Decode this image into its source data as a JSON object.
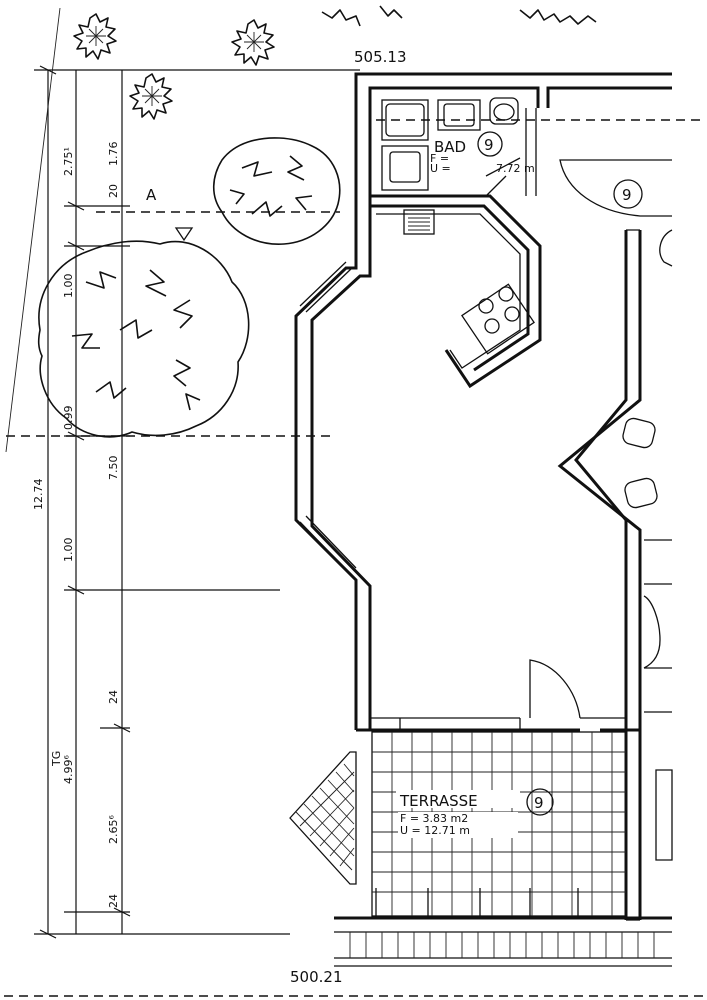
{
  "levels": {
    "top": "505.13",
    "bottom": "500.21"
  },
  "rooms": {
    "bath": {
      "label": "BAD",
      "number": "9",
      "area_f_prefix": "F =",
      "area_u_prefix": "U =",
      "area_u_value": "7.72 m"
    },
    "terrace": {
      "label": "TERRASSE",
      "number": "9",
      "area_f": "F =    3.83 m2",
      "area_u": "U =    12.71 m"
    },
    "right_room_number": "9"
  },
  "markers": {
    "section_label": "A"
  },
  "dimensions": {
    "outer": "12.74",
    "d_275": "2.75¹",
    "d_176": "1.76",
    "d_20": "20",
    "d_100a": "1.00",
    "d_099": "0.99",
    "d_750": "7.50",
    "d_100b": "1.00",
    "d_24a": "24",
    "d_tg": "TG",
    "d_499": "4.99⁶",
    "d_265": "2.65⁶",
    "d_24b": "24"
  }
}
